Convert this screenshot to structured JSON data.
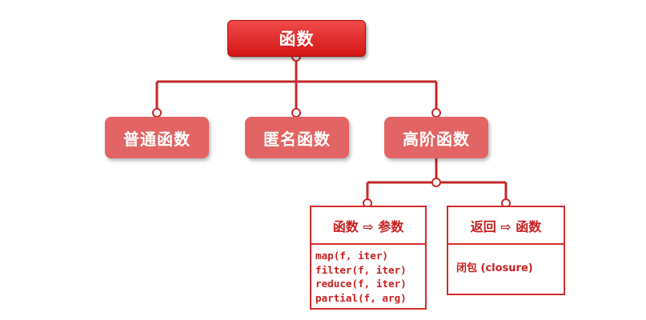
{
  "root": {
    "label": "函数"
  },
  "children": [
    {
      "label": "普通函数"
    },
    {
      "label": "匿名函数"
    },
    {
      "label": "高阶函数"
    }
  ],
  "higher_order": {
    "args_box": {
      "title": "函数 ⇨ 参数",
      "items": [
        "map(f, iter)",
        "filter(f, iter)",
        "reduce(f, iter)",
        "partial(f, arg)"
      ]
    },
    "return_box": {
      "title": "返回 ⇨ 函数",
      "body": "闭包 (closure)"
    }
  },
  "colors": {
    "root_fill": "#d41515",
    "node_fill": "#e36464",
    "line": "#c62828",
    "box_border": "#d42a2a",
    "text_red": "#c81e1e"
  }
}
